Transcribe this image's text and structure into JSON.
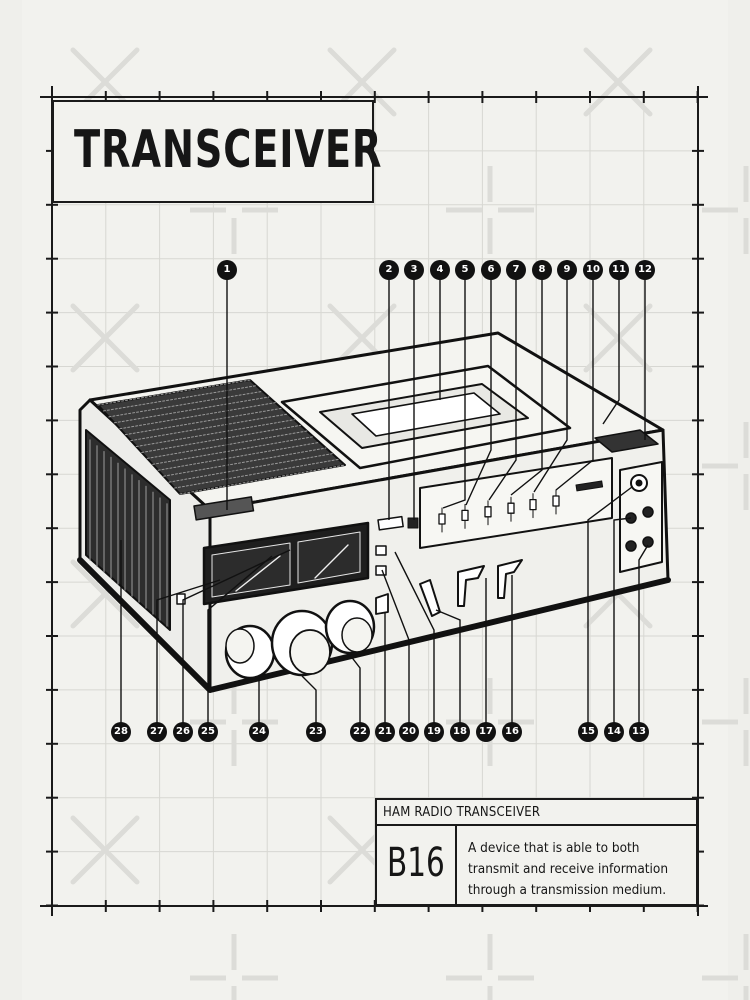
{
  "title": "TRANSCEIVER",
  "subtitle": "HAM RADIO TRANSCEIVER",
  "code": "B16",
  "description_lines": [
    "A device that is able to both",
    "transmit and receive information",
    "through a transmission medium."
  ],
  "callouts": [
    "1",
    "2",
    "3",
    "4",
    "5",
    "6",
    "7",
    "8",
    "9",
    "10",
    "11",
    "12",
    "13",
    "14",
    "15",
    "16",
    "17",
    "18",
    "19",
    "20",
    "21",
    "22",
    "23",
    "24",
    "25",
    "26",
    "27",
    "28"
  ],
  "colors": {
    "paper": "#f2f2ee",
    "ink": "#161616",
    "grid": "#d7d7d2",
    "watermark": "#dcdcd8"
  }
}
